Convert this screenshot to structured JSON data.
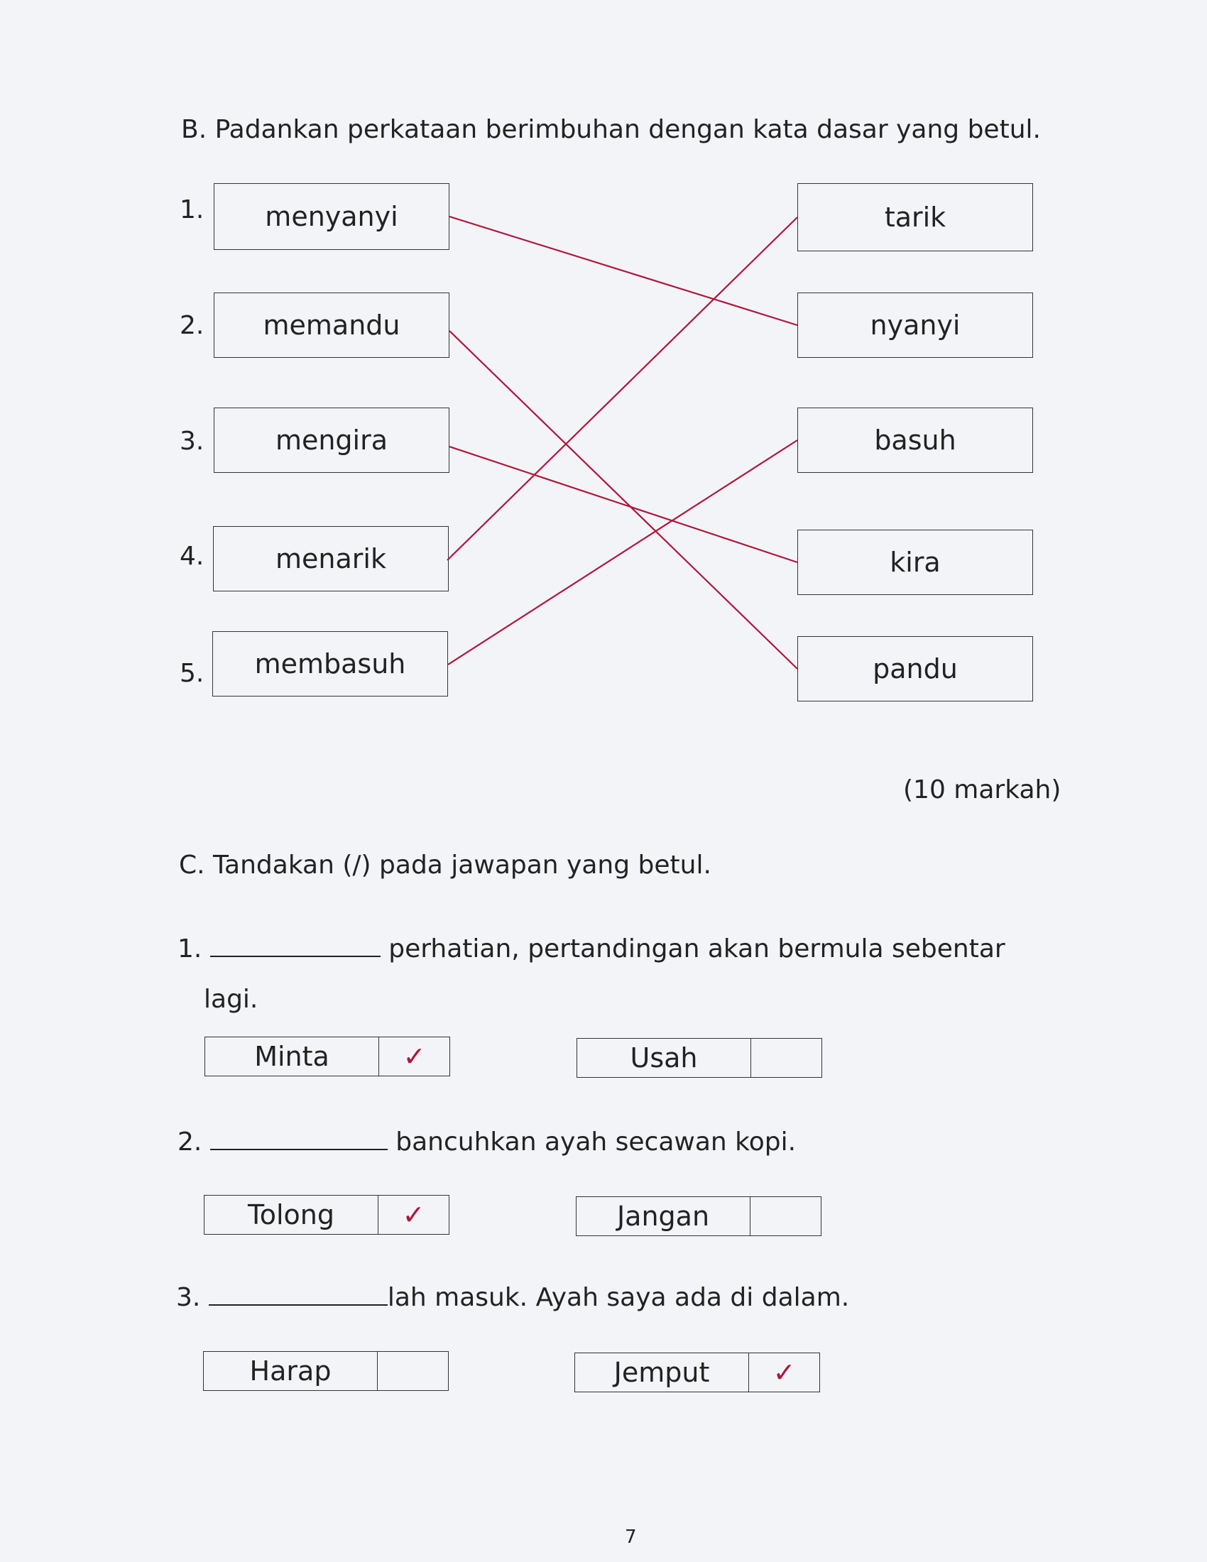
{
  "section_b": {
    "heading": "B. Padankan perkataan berimbuhan dengan kata dasar yang betul.",
    "left_items": [
      {
        "number": "1.",
        "word": "menyanyi"
      },
      {
        "number": "2.",
        "word": "memandu"
      },
      {
        "number": "3.",
        "word": "mengira"
      },
      {
        "number": "4.",
        "word": "menarik"
      },
      {
        "number": "5.",
        "word": "membasuh"
      }
    ],
    "right_items": [
      "tarik",
      "nyanyi",
      "basuh",
      "kira",
      "pandu"
    ],
    "matches": [
      {
        "left": "menyanyi",
        "right": "nyanyi"
      },
      {
        "left": "memandu",
        "right": "pandu"
      },
      {
        "left": "mengira",
        "right": "kira"
      },
      {
        "left": "menarik",
        "right": "tarik"
      },
      {
        "left": "membasuh",
        "right": "basuh"
      }
    ],
    "line_color": "#b1153a",
    "marks": "(10 markah)"
  },
  "section_c": {
    "heading": "C. Tandakan (/) pada jawapan yang betul.",
    "questions": [
      {
        "number": "1.",
        "sentence": "perhatian, pertandingan akan bermula sebentar",
        "continuation": "lagi.",
        "options": [
          {
            "word": "Minta",
            "checked": true
          },
          {
            "word": "Usah",
            "checked": false
          }
        ]
      },
      {
        "number": "2.",
        "sentence": "bancuhkan ayah secawan kopi.",
        "continuation": "",
        "options": [
          {
            "word": "Tolong",
            "checked": true
          },
          {
            "word": "Jangan",
            "checked": false
          }
        ]
      },
      {
        "number": "3.",
        "sentence": "lah masuk. Ayah saya ada di dalam.",
        "continuation": "",
        "options": [
          {
            "word": "Harap",
            "checked": false
          },
          {
            "word": "Jemput",
            "checked": true
          }
        ]
      }
    ],
    "tick_glyph": "✓"
  },
  "page_number": "7"
}
